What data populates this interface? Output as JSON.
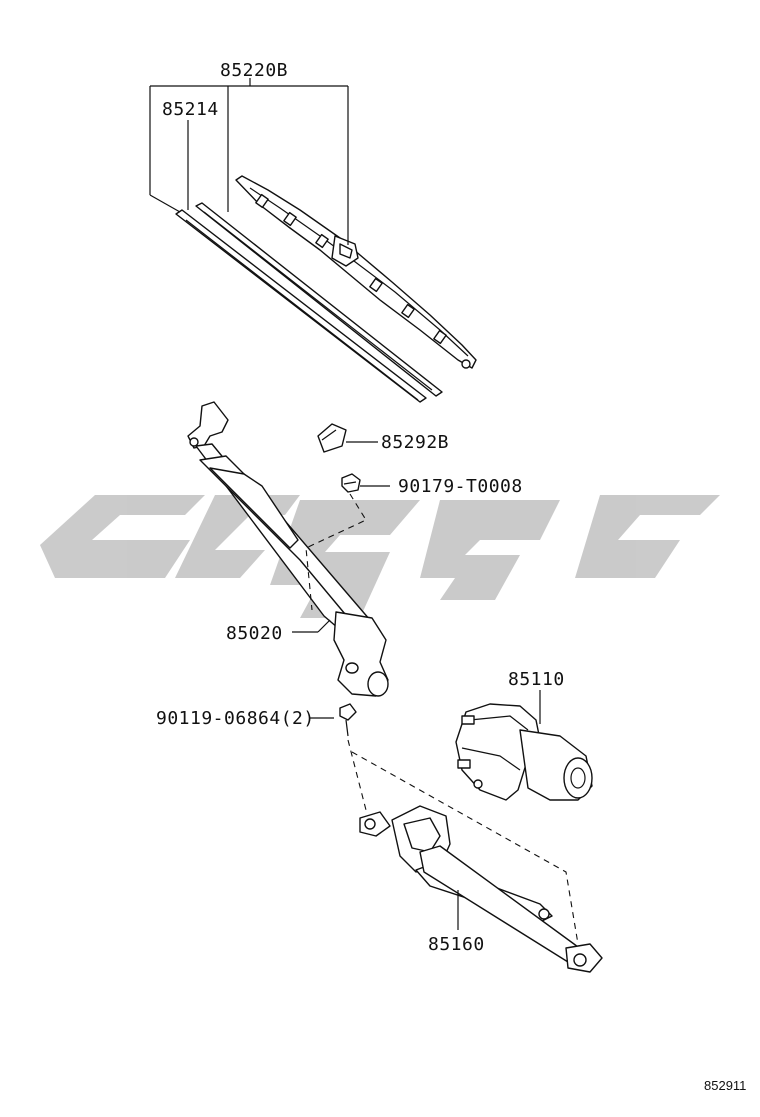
{
  "diagram": {
    "parts": [
      {
        "id": "p85220B",
        "label": "85220B"
      },
      {
        "id": "p85214",
        "label": "85214"
      },
      {
        "id": "p85292B",
        "label": "85292B"
      },
      {
        "id": "p90179",
        "label": "90179-T0008"
      },
      {
        "id": "p85020",
        "label": "85020"
      },
      {
        "id": "p85110",
        "label": "85110"
      },
      {
        "id": "p90119",
        "label": "90119-06864(2)"
      },
      {
        "id": "p85160",
        "label": "85160"
      }
    ],
    "figure_ref": "852911",
    "watermark": "gray-logo-mark"
  },
  "colors": {
    "line": "#111111",
    "watermark": "#c8c8c8",
    "background": "#ffffff"
  }
}
